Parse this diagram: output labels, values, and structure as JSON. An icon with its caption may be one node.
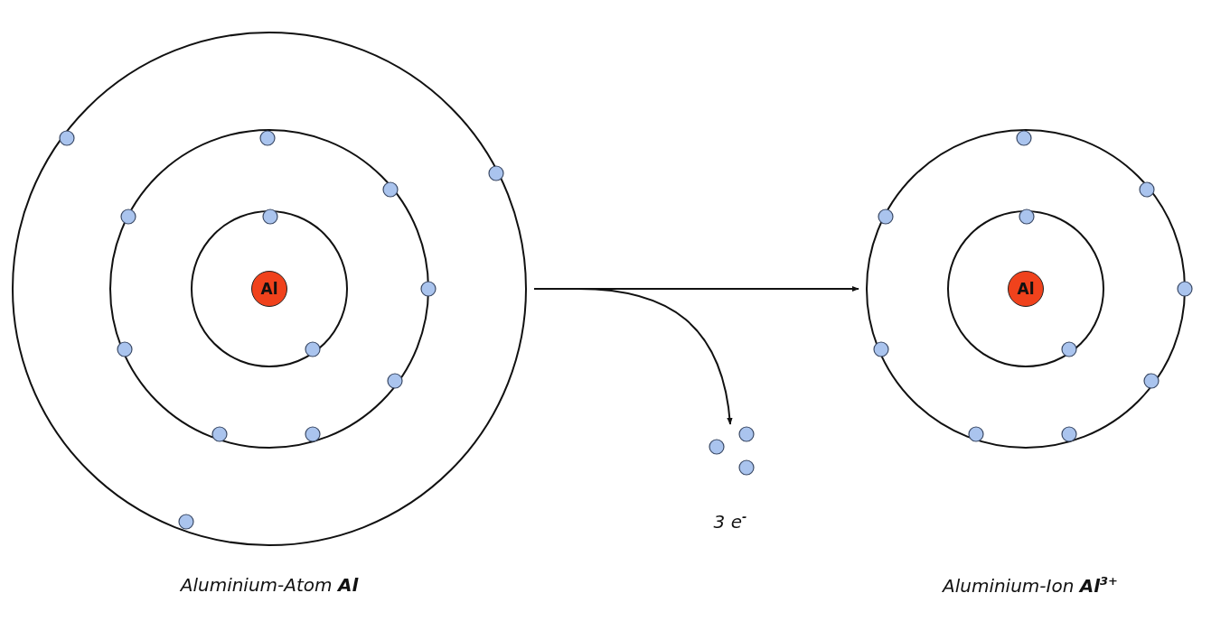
{
  "diagram": {
    "nodes": [
      {
        "text": [],
        "shape": "circle"
      },
      {
        "text": [
          "Al"
        ],
        "in": 0
      },
      {
        "text": [],
        "shape": "circle"
      },
      {
        "text": [
          "Al"
        ],
        "in": 2
      },
      {
        "text": [],
        "shape": "circle"
      }
    ],
    "edges": [
      {
        "from": 0,
        "to": 2,
        "arrow": "to"
      },
      {
        "from": 0,
        "to": 4,
        "arrow": "to"
      }
    ],
    "labels": [
      "3 e$^{-}$",
      "Aluminium-Atom **Al**",
      "Aluminium-Ion **Al**$^{3+}$"
    ]
  }
}
